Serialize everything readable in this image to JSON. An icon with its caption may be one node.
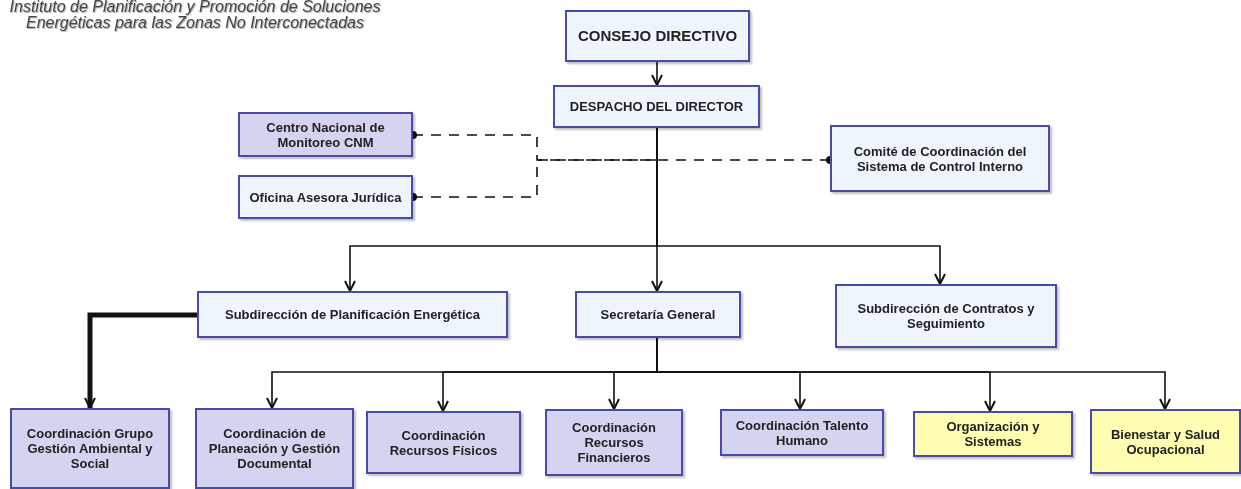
{
  "diagram": {
    "title": "Instituto de Planificación y Promoción de Soluciones Energéticas para las Zonas No Interconectadas",
    "nodes": [
      {
        "text": [
          "CONSEJO DIRECTIVO"
        ]
      },
      {
        "text": [
          "DESPACHO DEL DIRECTOR"
        ]
      },
      {
        "text": [
          "Centro Nacional de Monitoreo CNM"
        ]
      },
      {
        "text": [
          "Oficina Asesora Jurídica"
        ]
      },
      {
        "text": [
          "Comité de Coordinación del Sistema de Control Interno"
        ]
      },
      {
        "text": [
          "Subdirección de Planificación Energética"
        ]
      },
      {
        "text": [
          "Secretaría General"
        ]
      },
      {
        "text": [
          "Subdirección de Contratos y Seguimiento"
        ]
      },
      {
        "text": [
          "Coordinación Grupo Gestión Ambiental y Social"
        ]
      },
      {
        "text": [
          "Coordinación de Planeación y Gestión Documental"
        ]
      },
      {
        "text": [
          "Coordinación Recursos Físicos"
        ]
      },
      {
        "text": [
          "Coordinación Recursos Financieros"
        ]
      },
      {
        "text": [
          "Coordinación Talento Humano"
        ]
      },
      {
        "text": [
          "Organización y Sistemas"
        ]
      },
      {
        "text": [
          "Bienestar y Salud Ocupacional"
        ]
      }
    ],
    "edges": [
      {
        "from": 0,
        "to": 1,
        "arrow": "to"
      },
      {
        "from": 2,
        "to": 1,
        "arrow": "other",
        "style": "dashed"
      },
      {
        "from": 3,
        "to": 1,
        "arrow": "other",
        "style": "dashed"
      },
      {
        "from": 4,
        "to": 1,
        "arrow": "other",
        "style": "dashed"
      },
      {
        "from": 1,
        "to": 5,
        "arrow": "to"
      },
      {
        "from": 1,
        "to": 6,
        "arrow": "to"
      },
      {
        "from": 1,
        "to": 7,
        "arrow": "to"
      },
      {
        "from": 5,
        "to": 8,
        "arrow": "to",
        "style": "thick"
      },
      {
        "from": 6,
        "to": 9,
        "arrow": "to"
      },
      {
        "from": 6,
        "to": 10,
        "arrow": "to"
      },
      {
        "from": 6,
        "to": 11,
        "arrow": "to"
      },
      {
        "from": 6,
        "to": 12,
        "arrow": "to"
      },
      {
        "from": 6,
        "to": 13,
        "arrow": "to"
      },
      {
        "from": 6,
        "to": 14,
        "arrow": "to"
      }
    ]
  }
}
